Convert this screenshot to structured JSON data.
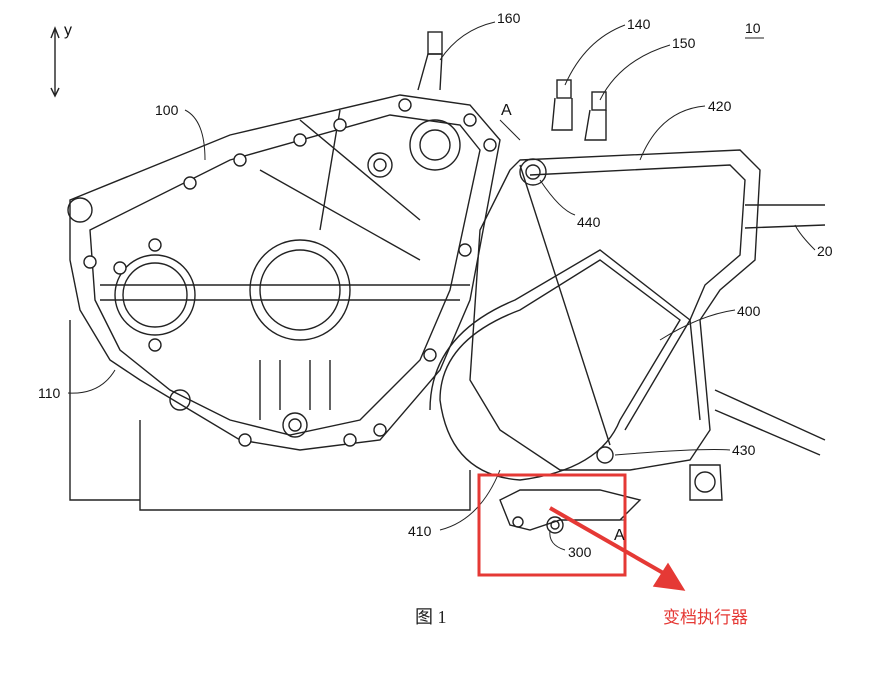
{
  "figure": {
    "caption": "图 1",
    "axis_label": "y",
    "reference_labels": {
      "assembly": "10",
      "crankcase": "100",
      "bore": "110",
      "bolt_160": "160",
      "bolt_140": "140",
      "bolt_150": "150",
      "section_top": "A",
      "section_bottom": "A",
      "cover": "420",
      "pin": "440",
      "frame": "20",
      "housing": "400",
      "mount": "430",
      "motor": "410",
      "actuator": "300"
    },
    "annotation": {
      "text": "变档执行器",
      "color": "#e53935"
    }
  }
}
